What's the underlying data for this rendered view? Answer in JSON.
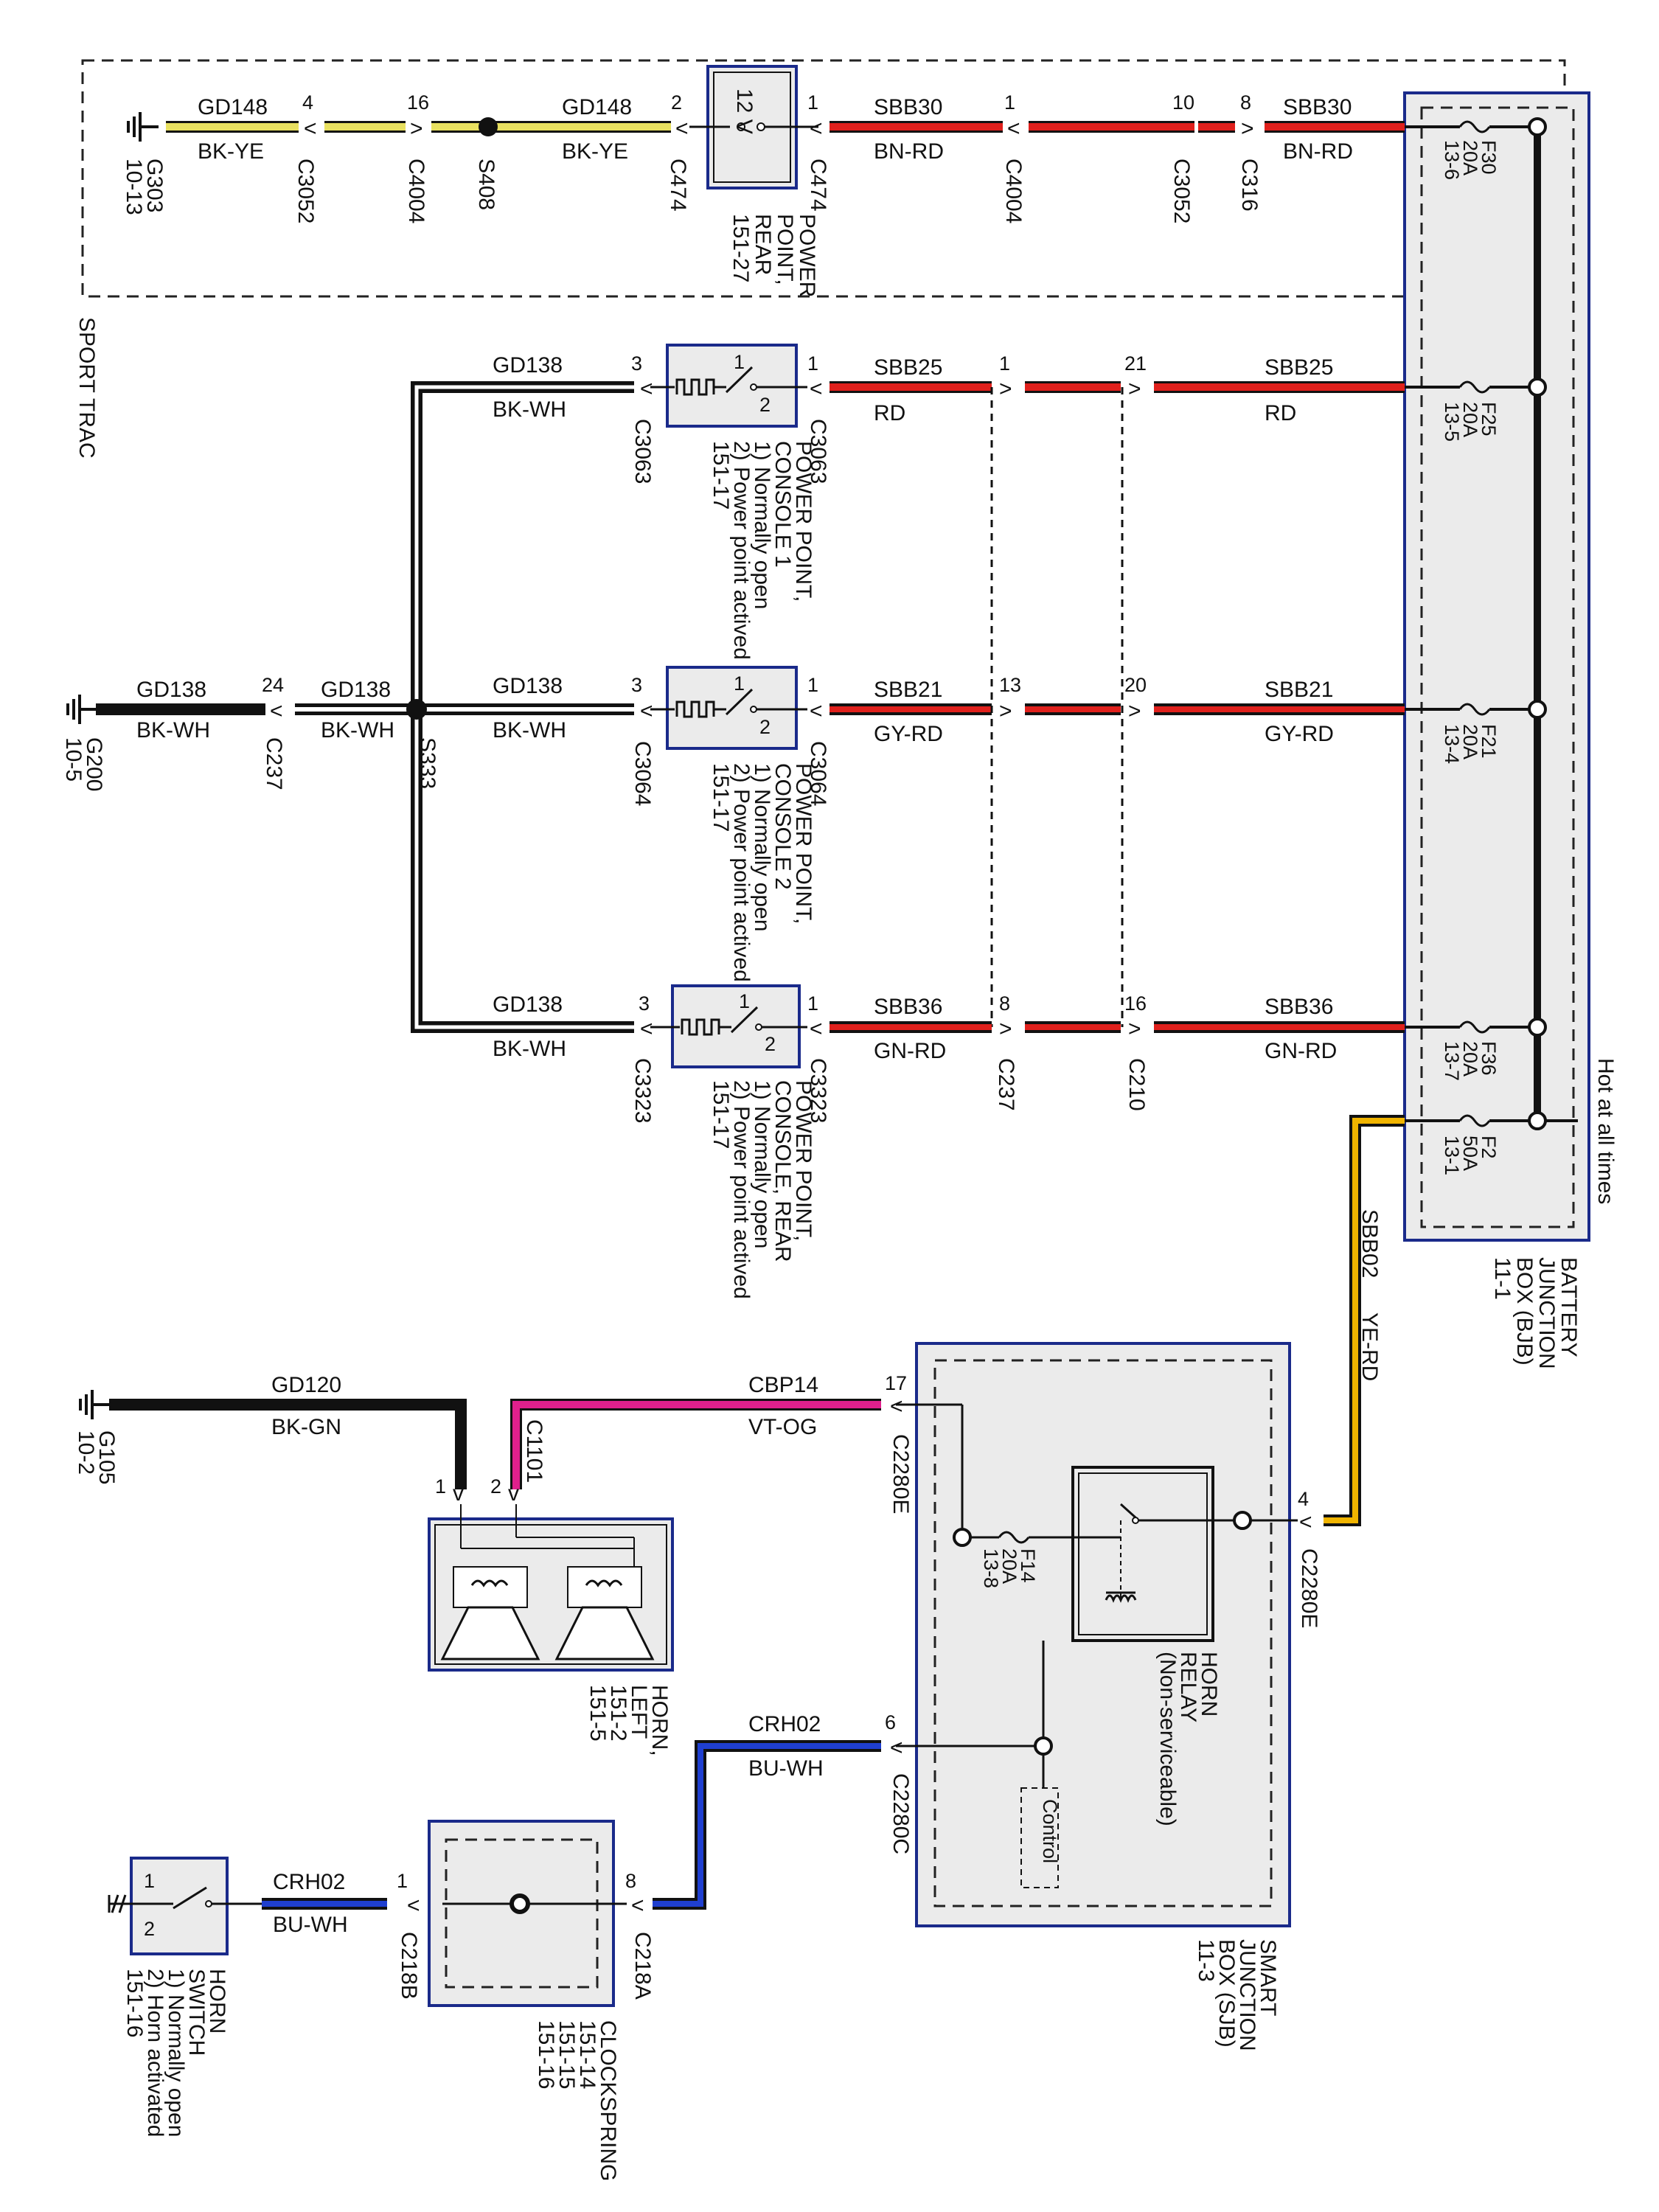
{
  "title": "",
  "sport_trac": "SPORT TRAC",
  "hot_label": "Hot at all times",
  "colors": {
    "red": "#e0201c",
    "yellow": "#e8e060",
    "black": "#111111",
    "blue": "#1f3fd0",
    "magenta": "#e0208c",
    "yellow_red": "#f0b400",
    "box_border": "#1a2a8a",
    "box_fill": "#ebebeb"
  },
  "bjb": {
    "title": [
      "BATTERY",
      "JUNCTION",
      "BOX (BJB)",
      "11-1"
    ]
  },
  "fuses": [
    {
      "id": "F30",
      "amp": "20A",
      "ref": "13-6"
    },
    {
      "id": "F25",
      "amp": "20A",
      "ref": "13-5"
    },
    {
      "id": "F21",
      "amp": "20A",
      "ref": "13-4"
    },
    {
      "id": "F36",
      "amp": "20A",
      "ref": "13-7"
    },
    {
      "id": "F2",
      "amp": "50A",
      "ref": "13-1"
    }
  ],
  "row_f30": {
    "ground": "G303",
    "ground_ref": "10-13",
    "wire_left": "GD148",
    "wire_left_color": "BK-YE",
    "wire_right": "SBB30",
    "wire_right_color": "BN-RD",
    "connectors": [
      {
        "pin": "4",
        "name": "C3052"
      },
      {
        "pin": "16",
        "name": "C4004"
      },
      {
        "pin": "",
        "name": "S408"
      },
      {
        "pin": "2",
        "name": "C474"
      },
      {
        "pin": "1",
        "name": "C474"
      },
      {
        "pin": "1",
        "name": "C4004"
      },
      {
        "pin": "10",
        "name": "C3052"
      },
      {
        "pin": "8",
        "name": "C316"
      }
    ],
    "device": "12 V",
    "device_label": [
      "POWER",
      "POINT,",
      "REAR",
      "151-27"
    ]
  },
  "row_f25": {
    "wire_left": "GD138",
    "wire_left_color": "BK-WH",
    "wire_right": "SBB25",
    "wire_right_color": "RD",
    "pins": [
      "3",
      "1",
      "1",
      "21"
    ],
    "conn_left": "C3063",
    "conn_right": "C3063",
    "device_label": [
      "POWER POINT,",
      "CONSOLE 1",
      "1) Normally open",
      "2) Power point actived",
      "151-17"
    ]
  },
  "row_f21": {
    "ground": "G200",
    "ground_ref": "10-5",
    "wire": "GD138",
    "wire_color": "BK-WH",
    "conn_c237": "C237",
    "pin_c237": "24",
    "splice": "S333",
    "wire_right": "SBB21",
    "wire_right_color": "GY-RD",
    "pins": [
      "3",
      "1",
      "13",
      "20"
    ],
    "conn_left": "C3064",
    "conn_right": "C3064",
    "device_label": [
      "POWER POINT,",
      "CONSOLE 2",
      "1) Normally open",
      "2) Power point actived",
      "151-17"
    ]
  },
  "row_f36": {
    "wire_left": "GD138",
    "wire_left_color": "BK-WH",
    "wire_right": "SBB36",
    "wire_right_color": "GN-RD",
    "pins": [
      "3",
      "1",
      "8",
      "16"
    ],
    "conn_left": "C3323",
    "conn_right": "C3323",
    "conn_c237": "C237",
    "conn_c210": "C210",
    "device_label": [
      "POWER POINT,",
      "CONSOLE, REAR",
      "1) Normally open",
      "2) Power point actived",
      "151-17"
    ]
  },
  "sbb02": {
    "wire": "SBB02",
    "color": "YE-RD",
    "pin": "4",
    "conn": "C2280E"
  },
  "sjb": {
    "title": [
      "SMART",
      "JUNCTION",
      "BOX (SJB)",
      "11-3"
    ],
    "fuse": {
      "id": "F14",
      "amp": "20A",
      "ref": "13-8"
    },
    "relay": [
      "HORN",
      "RELAY",
      "(Non-serviceable)"
    ],
    "control": "Control",
    "out_pin": "17",
    "out_conn": "C2280E",
    "ctl_pin": "6",
    "ctl_conn": "C2280C"
  },
  "horn": {
    "ground": "G105",
    "ground_ref": "10-2",
    "gnd_wire": "GD120",
    "gnd_color": "BK-GN",
    "pwr_wire": "CBP14",
    "pwr_color": "VT-OG",
    "conn": "C1101",
    "pin1": "1",
    "pin2": "2",
    "label": [
      "HORN,",
      "LEFT",
      "151-2",
      "151-5"
    ]
  },
  "clockspring": {
    "wire_in": "CRH02",
    "wire_in_color": "BU-WH",
    "wire_out": "CRH02",
    "wire_out_color": "BU-WH",
    "pin_a": "8",
    "conn_a": "C218A",
    "pin_b": "1",
    "conn_b": "C218B",
    "label": [
      "CLOCKSPRING",
      "151-14",
      "151-15",
      "151-16"
    ]
  },
  "horn_switch": {
    "label": [
      "HORN",
      "SWITCH",
      "1) Normally open",
      "2) Horn activated",
      "151-16"
    ],
    "pin1": "1",
    "pin2": "2"
  }
}
